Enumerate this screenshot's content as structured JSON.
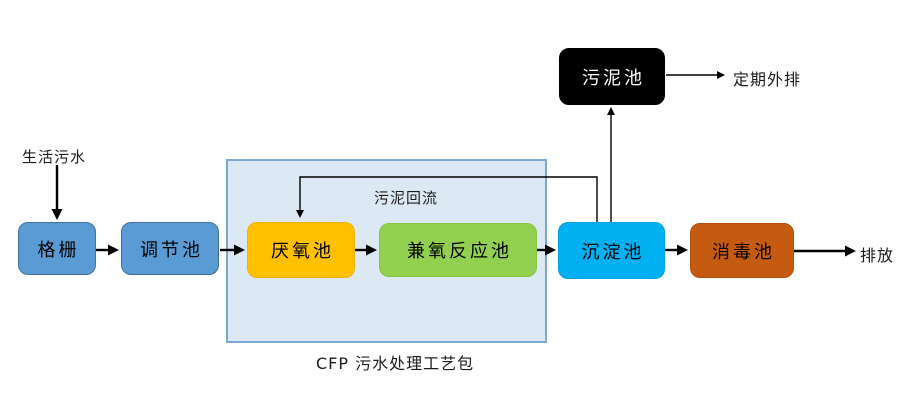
{
  "diagram": {
    "type": "process-flowchart",
    "background": "#ffffff",
    "package": {
      "label": "CFP 污水处理工艺包",
      "fill": "#dce9f5",
      "border": "#7aa7d4"
    },
    "nodes": [
      {
        "id": "bar-screen",
        "label": "格栅",
        "fill": "#5b9bd5",
        "border": "#41719c",
        "text": "#000000"
      },
      {
        "id": "regulating-tank",
        "label": "调节池",
        "fill": "#5b9bd5",
        "border": "#41719c",
        "text": "#000000"
      },
      {
        "id": "anaerobic-tank",
        "label": "厌氧池",
        "fill": "#ffc000",
        "border": "#eeb300",
        "text": "#000000"
      },
      {
        "id": "facultative-reaction-tank",
        "label": "兼氧反应池",
        "fill": "#92d050",
        "border": "#85c344",
        "text": "#000000"
      },
      {
        "id": "sedimentation-tank",
        "label": "沉淀池",
        "fill": "#00b0f0",
        "border": "#00a3e0",
        "text": "#000000"
      },
      {
        "id": "disinfection-tank",
        "label": "消毒池",
        "fill": "#c55a11",
        "border": "#b3520f",
        "text": "#000000"
      },
      {
        "id": "sludge-tank",
        "label": "污泥池",
        "fill": "#000000",
        "border": "#000000",
        "text": "#ffffff"
      }
    ],
    "labels": {
      "influent": "生活污水",
      "sludge_return": "污泥回流",
      "periodic_discharge": "定期外排",
      "effluent": "排放"
    },
    "edges": [
      {
        "from": "生活污水",
        "to": "格栅"
      },
      {
        "from": "格栅",
        "to": "调节池"
      },
      {
        "from": "调节池",
        "to": "厌氧池"
      },
      {
        "from": "厌氧池",
        "to": "兼氧反应池"
      },
      {
        "from": "兼氧反应池",
        "to": "沉淀池"
      },
      {
        "from": "沉淀池",
        "to": "消毒池"
      },
      {
        "from": "消毒池",
        "to": "排放"
      },
      {
        "from": "沉淀池",
        "to": "污泥池"
      },
      {
        "from": "污泥池",
        "to": "定期外排"
      },
      {
        "from": "沉淀池",
        "to": "厌氧池",
        "label": "污泥回流"
      }
    ],
    "arrow_color": "#000000"
  }
}
